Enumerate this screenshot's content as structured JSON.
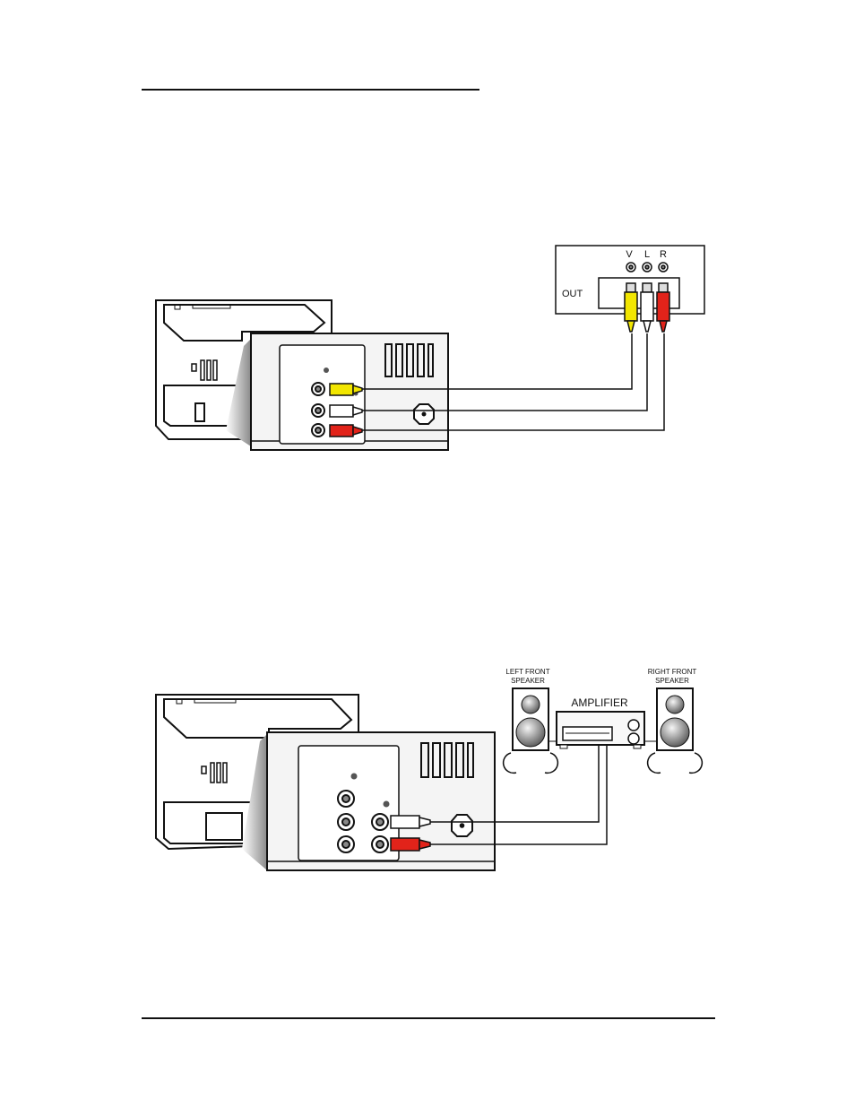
{
  "figure1": {
    "source_jacks": [
      "V",
      "L",
      "R"
    ],
    "out_label": "OUT",
    "plug_colors": {
      "video": "#f2e600",
      "left": "#ffffff",
      "right": "#e2231a"
    }
  },
  "figure2": {
    "left_speaker_label_1": "LEFT FRONT",
    "left_speaker_label_2": "SPEAKER",
    "right_speaker_label_1": "RIGHT FRONT",
    "right_speaker_label_2": "SPEAKER",
    "amplifier_label": "AMPLIFIER",
    "plug_colors": {
      "left": "#ffffff",
      "right": "#e2231a"
    }
  }
}
